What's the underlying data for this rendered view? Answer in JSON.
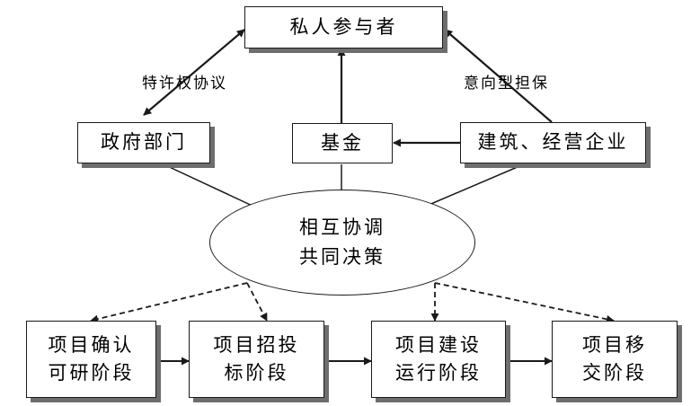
{
  "nodes": {
    "private": "私人参与者",
    "gov": "政府部门",
    "fund": "基金",
    "builder": "建筑、经营企业",
    "center": {
      "line1": "相互协调",
      "line2": "共同决策"
    }
  },
  "stages": [
    {
      "line1": "项目确认",
      "line2": "可研阶段"
    },
    {
      "line1": "项目招投",
      "line2": "标阶段"
    },
    {
      "line1": "项目建设",
      "line2": "运行阶段"
    },
    {
      "line1": "项目移",
      "line2": "交阶段"
    }
  ],
  "edge_labels": {
    "franchise": "特许权协议",
    "guarantee": "意向型担保"
  },
  "colors": {
    "line": "#1a1a1a",
    "shadow": "#6e6e6e"
  }
}
